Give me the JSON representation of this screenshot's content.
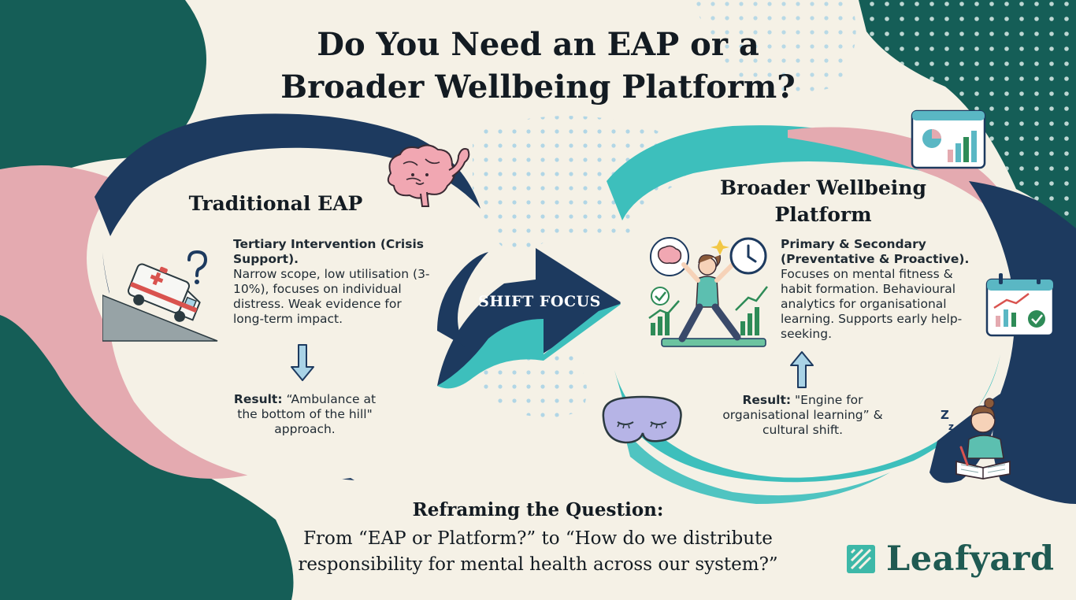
{
  "title_line1": "Do You Need an EAP or a",
  "title_line2": "Broader Wellbeing Platform?",
  "eap": {
    "title": "Traditional EAP",
    "heading": "Tertiary Intervention (Crisis Support).",
    "body": "Narrow scope, low utilisation (3-10%), focuses on individual distress. Weak evidence for long-term impact.",
    "result_label": "Result:",
    "result_text": "“Ambulance at the bottom of the hill\" approach."
  },
  "shift_label": "SHIFT FOCUS",
  "platform": {
    "title": "Broader Wellbeing Platform",
    "heading": "Primary & Secondary (Preventative & Proactive).",
    "body": "Focuses on mental fitness & habit formation. Behavioural analytics for organisational learning. Supports early help-seeking.",
    "result_label": "Result:",
    "result_text": "\"Engine for organisational learning” & cultural shift."
  },
  "bottom": {
    "heading": "Reframing the Question:",
    "text": "From “EAP or Platform?” to “How do we distribute responsibility for mental health across our system?”"
  },
  "brand": {
    "name": "Leafyard"
  },
  "colors": {
    "dark_teal": "#155e57",
    "navy": "#1d3a5f",
    "pink": "#e4aab0",
    "turquoise": "#3dbfbc",
    "cream": "#f5f1e6",
    "dot_blue": "#a9d3e6"
  },
  "icons": [
    "brain-icon",
    "ambulance-icon",
    "question-mark-icon",
    "arrow-down-icon",
    "arrow-up-icon",
    "yoga-person-icon",
    "clock-icon",
    "dashboard-chart-icon",
    "calendar-chart-icon",
    "sleep-mask-icon",
    "journaling-person-icon",
    "leafyard-logo-icon"
  ]
}
